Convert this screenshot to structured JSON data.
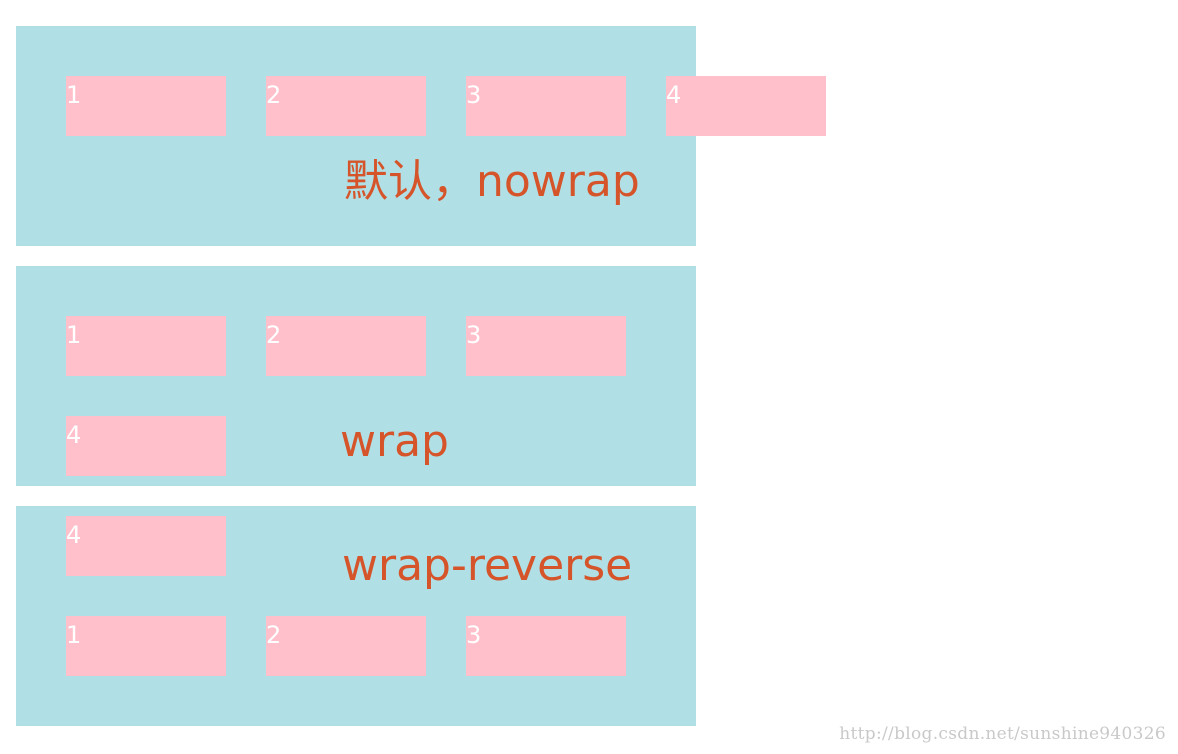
{
  "panels": [
    {
      "id": "nowrap",
      "label": "默认，nowrap",
      "items": [
        "1",
        "2",
        "3",
        "4"
      ]
    },
    {
      "id": "wrap",
      "label": "wrap",
      "items": [
        "1",
        "2",
        "3",
        "4"
      ]
    },
    {
      "id": "wrap-reverse",
      "label": "wrap-reverse",
      "items": [
        "4",
        "1",
        "2",
        "3"
      ]
    }
  ],
  "watermark": "http://blog.csdn.net/sunshine940326",
  "colors": {
    "container": "#b0e0e6",
    "item": "#ffc0cb",
    "item_text": "#ffffff",
    "label": "#d6542a",
    "watermark": "#c9c9c9"
  }
}
